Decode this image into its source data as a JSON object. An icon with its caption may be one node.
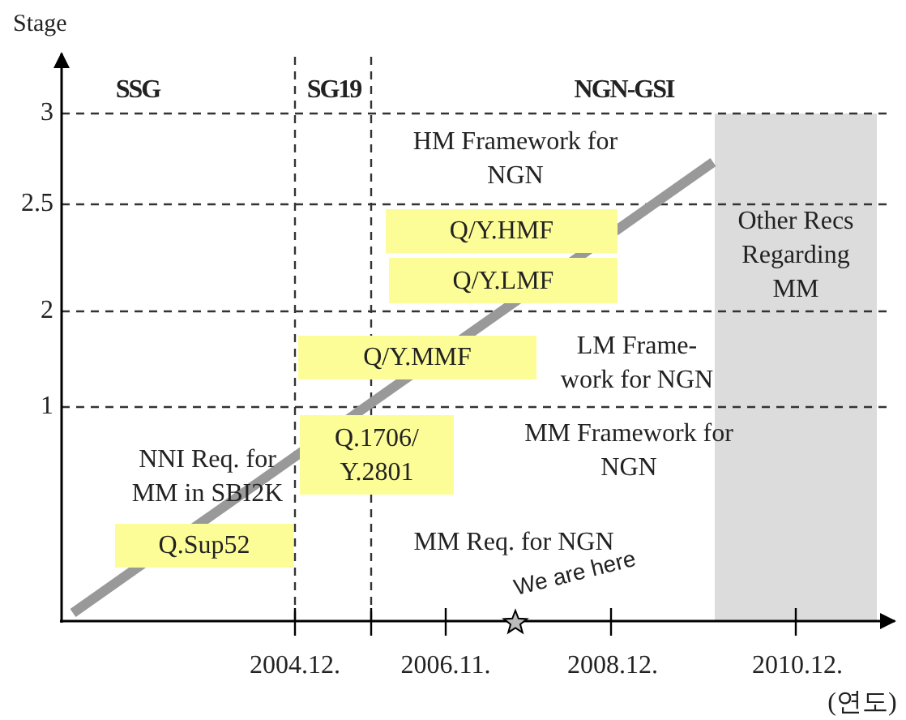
{
  "diagram": {
    "nodes": [
      {
        "text": [
          "Q/Y.HMF"
        ]
      },
      {
        "text": [
          "Q/Y.LMF"
        ]
      },
      {
        "text": [
          "Q/Y.MMF"
        ]
      },
      {
        "text": [
          "Q.1706/ Y.2801"
        ]
      },
      {
        "text": [
          "Q.Sup52"
        ]
      },
      {
        "text": [
          "Other Recs Regarding MM"
        ]
      }
    ],
    "labels": [
      "Stage",
      "SSG",
      "SG19",
      "NGN-GSI",
      "3",
      "HM Framework for NGN",
      "2.5",
      "2",
      "LM Frame- work for NGN",
      "1",
      "MM Framework for NGN",
      "NNI Req. for MM in SBI2K",
      "MM Req. for NGN",
      "We are here",
      "2004.12.",
      "2006.11.",
      "2008.12.",
      "2010.12.",
      "(연도)"
    ]
  }
}
